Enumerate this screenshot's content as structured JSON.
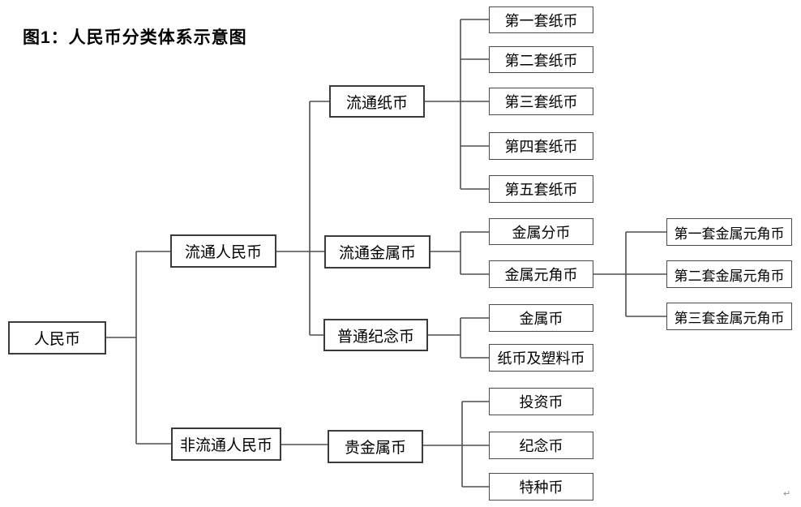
{
  "title": "图1：人民币分类体系示意图",
  "corner_mark": "↵",
  "colors": {
    "background": "#ffffff",
    "box_border": "#3b3b3b",
    "connector_line": "#4f4f4f",
    "text": "#000000"
  },
  "nodes": {
    "renminbi": "人民币",
    "circulating_rmb": "流通人民币",
    "non_circulating_rmb": "非流通人民币",
    "circulating_paper": "流通纸币",
    "circulating_metal": "流通金属币",
    "ordinary_commemorative": "普通纪念币",
    "precious_metal": "贵金属币",
    "paper_set_1": "第一套纸币",
    "paper_set_2": "第二套纸币",
    "paper_set_3": "第三套纸币",
    "paper_set_4": "第四套纸币",
    "paper_set_5": "第五套纸币",
    "metal_fen": "金属分币",
    "metal_yuan_jiao": "金属元角币",
    "metal_coin": "金属币",
    "paper_and_plastic": "纸币及塑料币",
    "investment_coin": "投资币",
    "commemorative_coin": "纪念币",
    "special_coin": "特种币",
    "metal_yj_set_1": "第一套金属元角币",
    "metal_yj_set_2": "第二套金属元角币",
    "metal_yj_set_3": "第三套金属元角币"
  },
  "hierarchy": {
    "人民币": {
      "流通人民币": {
        "流通纸币": [
          "第一套纸币",
          "第二套纸币",
          "第三套纸币",
          "第四套纸币",
          "第五套纸币"
        ],
        "流通金属币": {
          "金属分币": [],
          "金属元角币": [
            "第一套金属元角币",
            "第二套金属元角币",
            "第三套金属元角币"
          ]
        },
        "普通纪念币": [
          "金属币",
          "纸币及塑料币"
        ]
      },
      "非流通人民币": {
        "贵金属币": [
          "投资币",
          "纪念币",
          "特种币"
        ]
      }
    }
  }
}
